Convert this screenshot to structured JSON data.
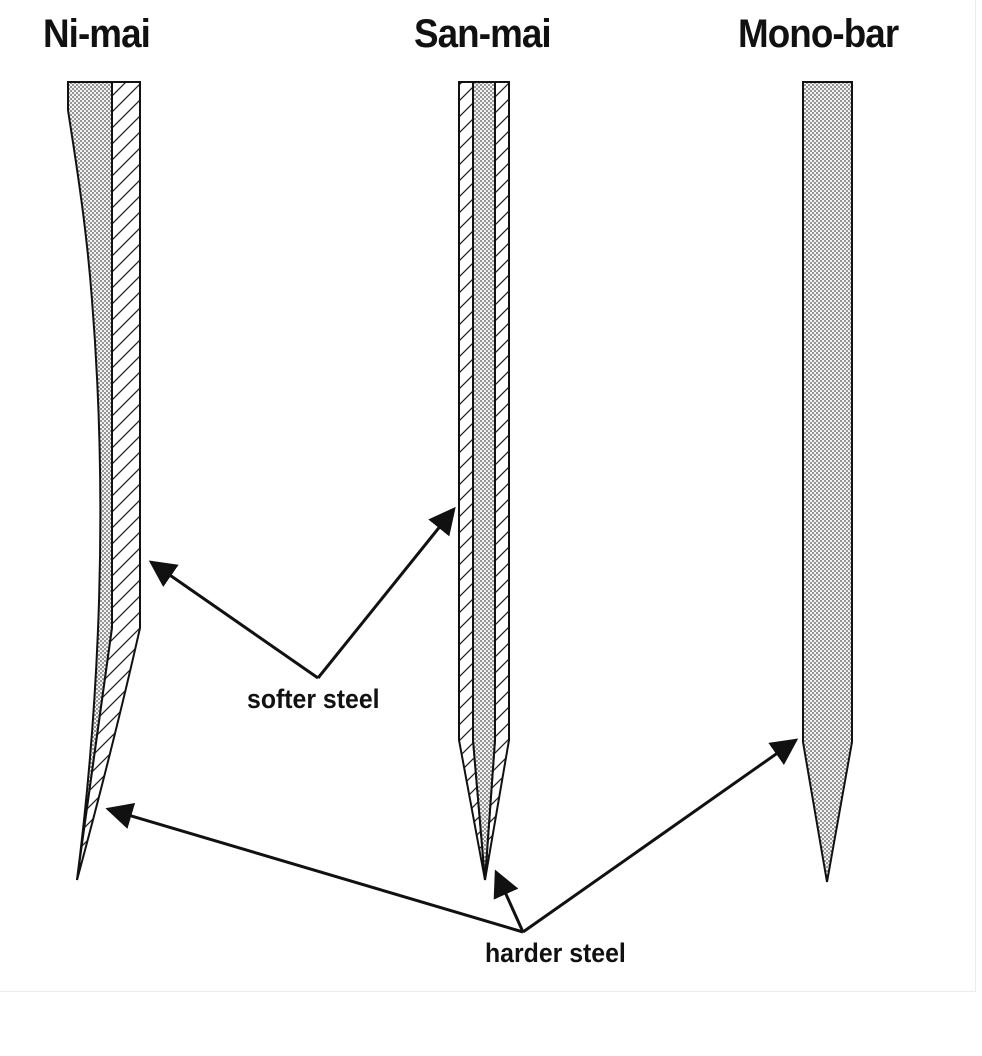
{
  "titles": {
    "ni_mai": "Ni-mai",
    "san_mai": "San-mai",
    "mono_bar": "Mono-bar"
  },
  "labels": {
    "softer_steel": "softer steel",
    "harder_steel": "harder steel"
  },
  "colors": {
    "ink": "#111111",
    "hard_steel_fill": "#c9c9c9",
    "soft_steel_fill": "#ffffff"
  }
}
